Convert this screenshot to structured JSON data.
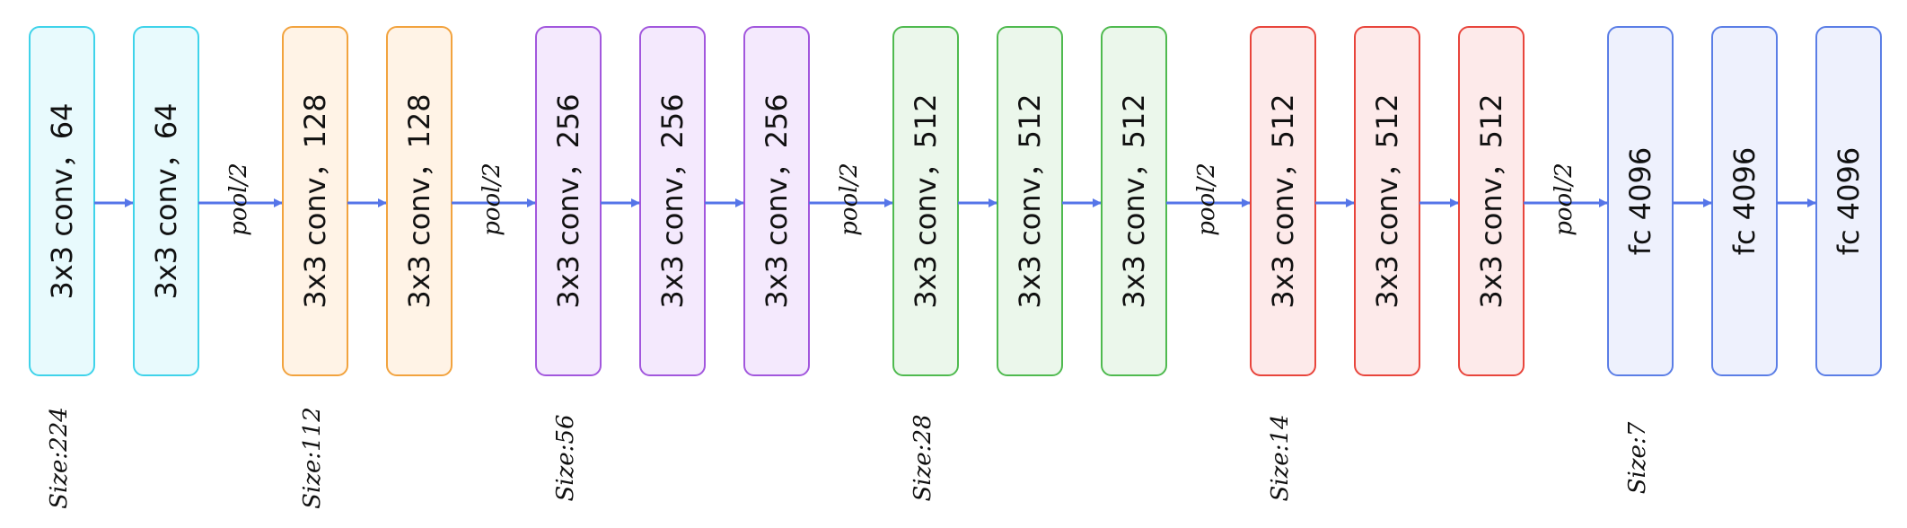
{
  "colors": {
    "arrow": "#5575e8",
    "cyan": {
      "stroke": "#3fd3ea",
      "fill": "#e8fafd"
    },
    "orange": {
      "stroke": "#f2a33e",
      "fill": "#fff3e6"
    },
    "purple": {
      "stroke": "#a257dd",
      "fill": "#f4e9fd"
    },
    "green": {
      "stroke": "#4fba4f",
      "fill": "#ebf7eb"
    },
    "red": {
      "stroke": "#e8453c",
      "fill": "#fdeaea"
    },
    "blue": {
      "stroke": "#5b7ee6",
      "fill": "#eef1fd"
    }
  },
  "stages": [
    {
      "size_label": "Size:224",
      "color": "cyan",
      "layers": [
        "3x3 conv，64",
        "3x3 conv，64"
      ],
      "pool_after": "pool/2"
    },
    {
      "size_label": "Size:112",
      "color": "orange",
      "layers": [
        "3x3 conv，128",
        "3x3 conv，128"
      ],
      "pool_after": "pool/2"
    },
    {
      "size_label": "Size:56",
      "color": "purple",
      "layers": [
        "3x3 conv，256",
        "3x3 conv，256",
        "3x3 conv，256"
      ],
      "pool_after": "pool/2"
    },
    {
      "size_label": "Size:28",
      "color": "green",
      "layers": [
        "3x3 conv，512",
        "3x3 conv，512",
        "3x3 conv，512"
      ],
      "pool_after": "pool/2"
    },
    {
      "size_label": "Size:14",
      "color": "red",
      "layers": [
        "3x3 conv，512",
        "3x3 conv，512",
        "3x3 conv，512"
      ],
      "pool_after": "pool/2"
    },
    {
      "size_label": "Size:7",
      "color": "blue",
      "layers": [
        "fc 4096",
        "fc 4096",
        "fc 4096"
      ],
      "pool_after": ""
    }
  ]
}
